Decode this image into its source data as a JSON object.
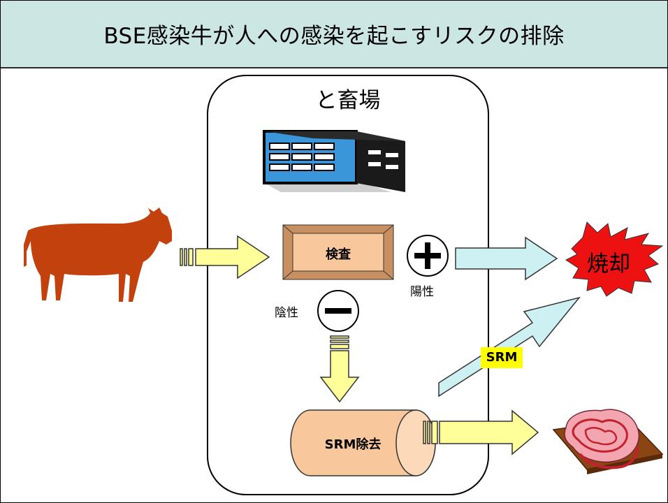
{
  "title": "BSE感染牛が人への感染を起こすリスクの排除",
  "facility_label": "と畜場",
  "inspection_label": "検査",
  "positive_label": "陽性",
  "negative_label": "陰性",
  "srm_removal_label": "SRM除去",
  "srm_label": "SRM",
  "incineration_label": "焼却",
  "colors": {
    "title_bg": "#cce6e4",
    "cow": "#c2410c",
    "arrow_yellow": "#ffff99",
    "arrow_cyan": "#cdf0f2",
    "inspection_box": "#f8c89c",
    "cylinder": "#f8c89c",
    "burst": "#ee1111",
    "srm_label_bg": "#ffff00"
  }
}
